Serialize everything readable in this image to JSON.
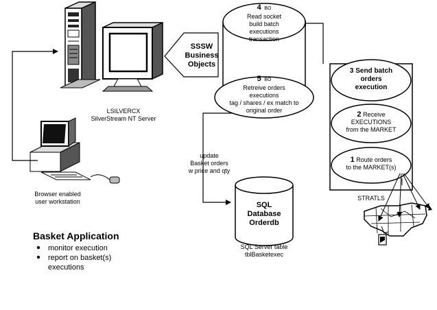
{
  "bo4": {
    "num": "4",
    "tag": "BO",
    "lines": [
      "Read socket",
      "build batch",
      "executions",
      "transaction"
    ]
  },
  "bo5": {
    "num": "5",
    "tag": "BO",
    "lines": [
      "Retreive orders",
      "executions",
      "tag / shares / ex match to",
      "original order"
    ]
  },
  "sssw": {
    "lines": [
      "SSSW",
      "Business",
      "Objects"
    ]
  },
  "server": {
    "lines": [
      "LSILVERCX",
      "SilverStream NT Server"
    ]
  },
  "workstation": {
    "lines": [
      "Browser enabled",
      "user workstation"
    ]
  },
  "update": {
    "lines": [
      "update",
      "Basket orders",
      "w price and qty"
    ]
  },
  "sql_db": {
    "lines": [
      "SQL",
      "Database",
      "Orderdb"
    ]
  },
  "sql_table": {
    "lines": [
      "SQL Server table",
      "tblBasketexec"
    ]
  },
  "stratls": {
    "step3": {
      "lines": [
        "3 Send batch",
        "orders",
        "execution"
      ]
    },
    "step2": {
      "num": "2",
      "lines": [
        "Receive",
        "EXECUTIONS",
        "from the MARKET"
      ]
    },
    "step1": {
      "num": "1",
      "lines": [
        "Route orders",
        "to the MARKET(s)"
      ]
    },
    "label": "STRATLS"
  },
  "basket": {
    "title": "Basket Application",
    "bullets": [
      "monitor execution",
      "report on basket(s)",
      "executions"
    ]
  }
}
